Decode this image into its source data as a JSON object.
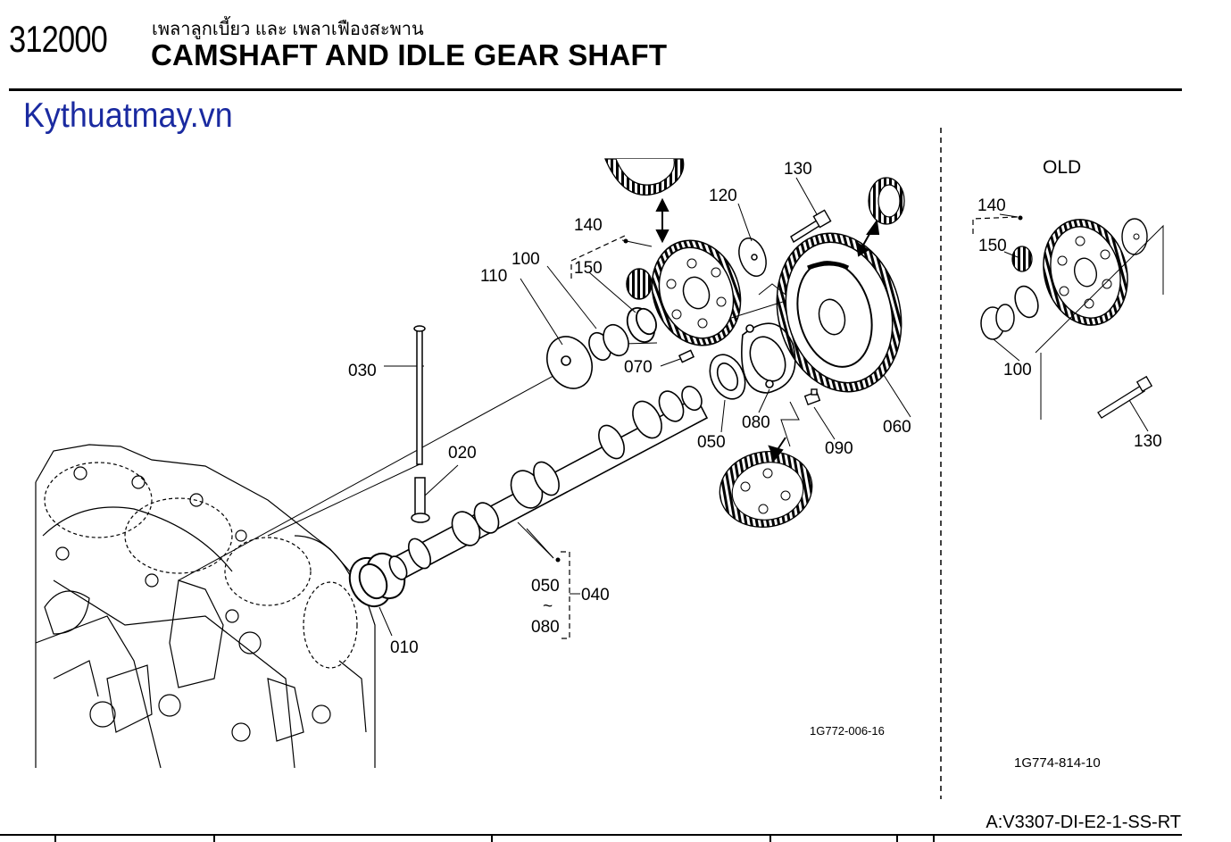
{
  "header": {
    "section_number": "312000",
    "title_thai": "เพลาลูกเบี้ยว และ เพลาเฟืองสะพาน",
    "title_en": "CAMSHAFT AND IDLE GEAR SHAFT"
  },
  "watermark": "Kythuatmay.vn",
  "old_label": "OLD",
  "ref_main": "1G772-006-16",
  "ref_old": "1G774-814-10",
  "model_code": "A:V3307-DI-E2-1-SS-RT",
  "callouts": {
    "p010": "010",
    "p020": "020",
    "p030": "030",
    "p040": "040",
    "p050a": "050",
    "p050b": "050",
    "p060": "060",
    "p070": "070",
    "p080a": "080",
    "p080b": "080",
    "p090": "090",
    "p100": "100",
    "p110": "110",
    "p120": "120",
    "p130": "130",
    "p140": "140",
    "p150": "150",
    "tilde": "~",
    "old_p100": "100",
    "old_p130": "130",
    "old_p140": "140",
    "old_p150": "150"
  }
}
